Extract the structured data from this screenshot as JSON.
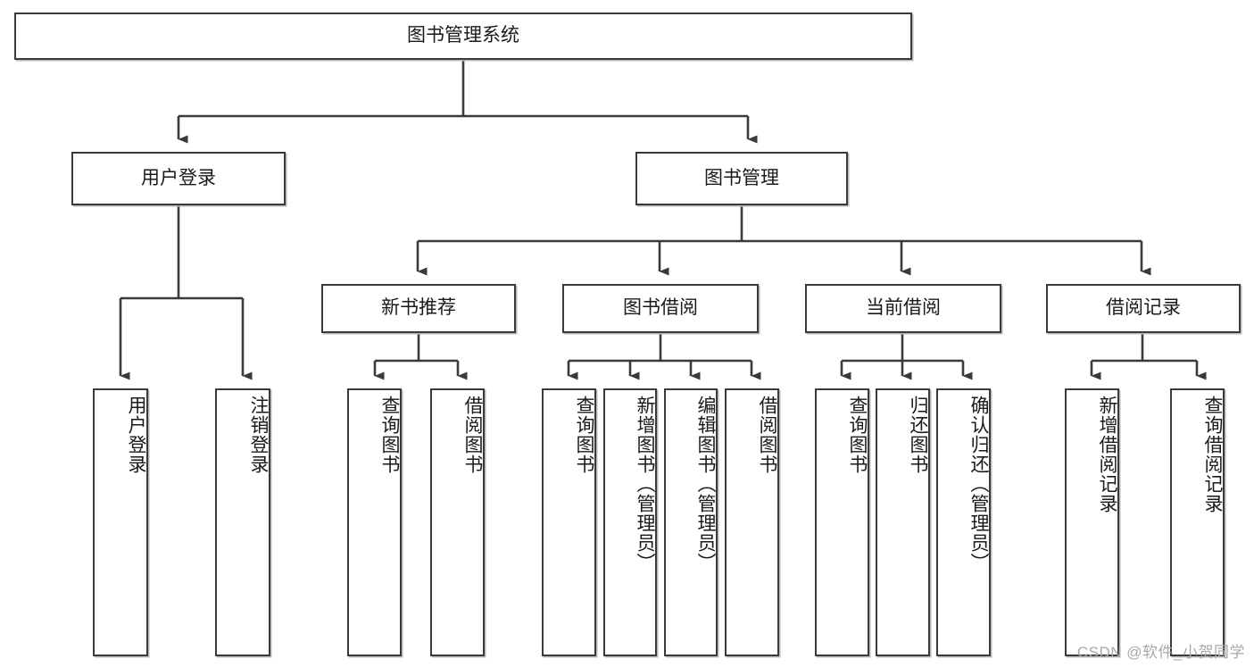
{
  "diagram": {
    "title": "图书管理系统",
    "type": "tree-hierarchy-chart",
    "watermark": "CSDN @软件_小贺同学",
    "colors": {
      "box_border": "#3a3a3a",
      "box_fill": "#ffffff",
      "text": "#1a1a1a",
      "connector": "#3a3a3a",
      "watermark": "#a9a9a9"
    },
    "nodes": {
      "root": {
        "label": "图书管理系统"
      },
      "level1": [
        {
          "label": "用户登录"
        },
        {
          "label": "图书管理"
        }
      ],
      "level2": [
        {
          "label": "新书推荐"
        },
        {
          "label": "图书借阅"
        },
        {
          "label": "当前借阅"
        },
        {
          "label": "借阅记录"
        }
      ],
      "leaves": {
        "user_login": [
          {
            "label": "用户登录"
          },
          {
            "label": "注销登录"
          }
        ],
        "new_book_recommend": [
          {
            "label": "查询图书"
          },
          {
            "label": "借阅图书"
          }
        ],
        "book_borrow": [
          {
            "label": "查询图书"
          },
          {
            "label": "新增图书（管理员）"
          },
          {
            "label": "编辑图书（管理员）"
          },
          {
            "label": "借阅图书"
          }
        ],
        "current_borrow": [
          {
            "label": "查询图书"
          },
          {
            "label": "归还图书"
          },
          {
            "label": "确认归还（管理员）"
          }
        ],
        "borrow_records": [
          {
            "label": "新增借阅记录"
          },
          {
            "label": "查询借阅记录"
          }
        ]
      }
    }
  }
}
